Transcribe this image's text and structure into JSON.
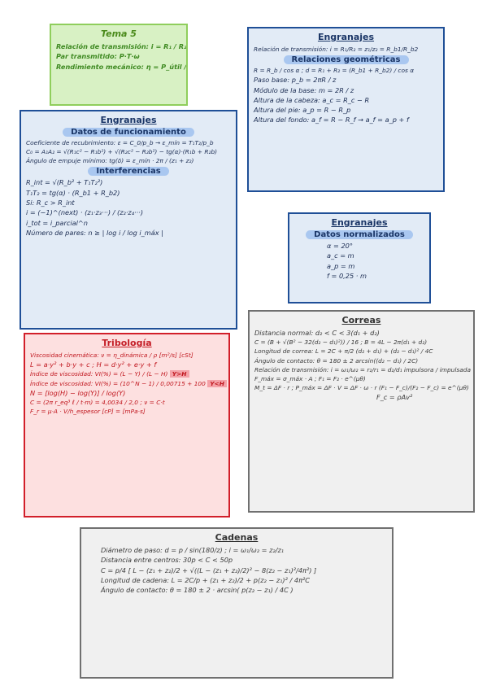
{
  "tema": {
    "title": "Tema 5",
    "lines": [
      "Relación de transmisión: i = R₁ / R₂",
      "Par transmitido: P·T·ω",
      "Rendimiento mecánico: η = P_útil / P_consumida"
    ]
  },
  "eng_geom": {
    "title": "Engranajes",
    "lines": [
      "Relación de transmisión: i = R₁/R₂ = z₁/z₂ = R_b1/R_b2"
    ],
    "pill": "Relaciones geométricas",
    "lines2": [
      "R = R_b / cos α ; d = R₁ + R₂ = (R_b1 + R_b2) / cos α",
      "Paso base: p_b = 2πR / z",
      "Módulo de la base: m = 2R / z",
      "Altura de la cabeza: a_c = R_c − R",
      "Altura del pie: a_p = R − R_p",
      "Altura del fondo: a_f = R − R_f   → a_f = a_p + f"
    ]
  },
  "eng_func": {
    "title": "Engranajes",
    "pill": "Datos de funcionamiento",
    "lines": [
      "Coeficiente de recubrimiento: ε = C_0/p_b → ε_mín = T₁T₂/p_b",
      "C₀ = A₁A₂ = √(R₁c² − R₁b²) + √(R₂c² − R₂b²) − tg(α)·(R₁b + R₂b)",
      "Ángulo de empuje mínimo: tg(δ) = ε_mín · 2π / (z₁ + z₂)"
    ],
    "pill2": "Interferencias",
    "lines2": [
      "R_int = √(R_b² + T₁T₂²)",
      "T₁T₂ = tg(α) · (R_b1 + R_b2)",
      "Si: R_c > R_int",
      "i = (−1)^(next) · (z₁·z₃···) / (z₂·z₄···)",
      "i_tot = i_parcial^n",
      "Número de pares: n ≥ | log i / log i_máx |"
    ]
  },
  "eng_norm": {
    "title": "Engranajes",
    "pill": "Datos normalizados",
    "lines": [
      "α = 20°",
      "a_c = m",
      "a_p = m",
      "f = 0,25 · m"
    ]
  },
  "tribo": {
    "title": "Tribología",
    "lines": [
      "Viscosidad cinemática: ν = η_dinámica / ρ   [m²/s] [cSt]",
      "L = a·y² + b·y + c ; H = d·y² + e·y + f"
    ],
    "vi1": "Índice de viscosidad: VI(%) = (L − Y) / (L − H)",
    "vi1_tag": "Y>H",
    "vi2": "Índice de viscosidad: VI(%) = (10^N − 1) / 0,00715 + 100",
    "vi2_tag": "Y<H",
    "lines2": [
      "N = [log(H) − log(Y)] / log(Y)",
      "C = (2π r_eq³ ℓ / t·m) = 4,0034 / 2,0 ; ν = C·t",
      "F_r = μ·A · V/h_espesor   [cP] = [mPa·s]"
    ]
  },
  "correas": {
    "title": "Correas",
    "lines": [
      "Distancia normal: d₂ < C < 3(d₁ + d₂)",
      "C = (B + √(B² − 32(d₂ − d₁)²)) / 16 ; B = 4L − 2π(d₁ + d₂)",
      "Longitud de correa: L = 2C + π/2 (d₂ + d₁) + (d₂ − d₁)² / 4C",
      "Ángulo de contacto: θ = 180 ± 2 arcsin((d₂ − d₁) / 2C)",
      "Relación de transmisión: i = ω₁/ω₂ = r₂/r₁ = d₂/d₁   impulsora / impulsada",
      "F_máx = σ_máx · A ; F₁ = F₂ · e^(μθ)",
      "M_t = ΔF · r ; P_máx = ΔF · V = ΔF · ω · r   (F₁ − F_c)/(F₂ − F_c) = e^(μθ)",
      "F_c = ρAv²"
    ]
  },
  "cadenas": {
    "title": "Cadenas",
    "lines": [
      "Diámetro de paso: d = p / sin(180/z) ; i = ω₁/ω₂ = z₂/z₁",
      "Distancia entre centros: 30p < C < 50p",
      "C = p/4 [ L − (z₁ + z₂)/2 + √((L − (z₁ + z₂)/2)² − 8(z₂ − z₁)²/4π²) ]",
      "Longitud de cadena: L = 2C/p + (z₁ + z₂)/2 + p(z₂ − z₁)² / 4π²C",
      "Ángulo de contacto: θ = 180 ± 2 · arcsin( p(z₂ − z₁) / 4C )"
    ]
  }
}
